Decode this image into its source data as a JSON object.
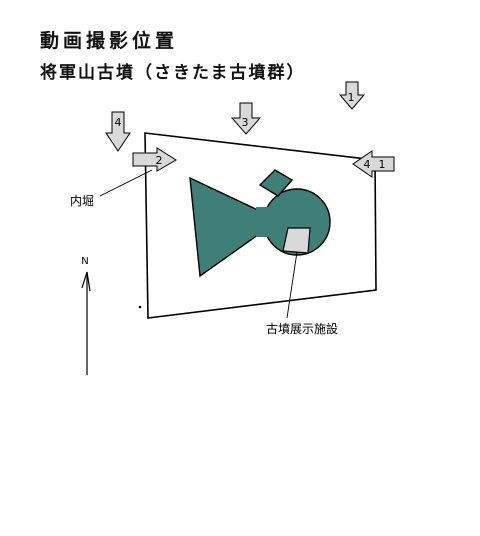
{
  "header": {
    "title": "動画撮影位置",
    "subtitle": "将軍山古墳（さきたま古墳群）"
  },
  "labels": {
    "moat": "内堀",
    "facility": "古墳展示施設",
    "north": "N"
  },
  "positions": [
    {
      "id": "1",
      "label": "1",
      "direction": "down"
    },
    {
      "id": "2",
      "label": "2",
      "direction": "right"
    },
    {
      "id": "3",
      "label": "3",
      "direction": "down"
    },
    {
      "id": "4a",
      "label": "4",
      "direction": "down"
    },
    {
      "id": "4b",
      "label": "4",
      "direction": "left"
    }
  ],
  "colors": {
    "mound": "#3e7f78",
    "arrow": "#d9d9d9",
    "outline": "#000000",
    "facility": "#d9d9d9"
  }
}
